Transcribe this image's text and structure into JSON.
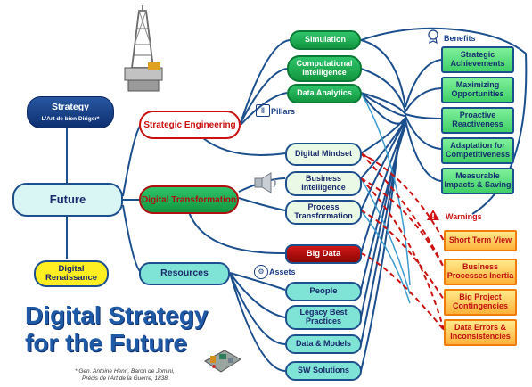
{
  "strategy": {
    "title": "Strategy",
    "subtitle": "L'Art de bien Diriger*"
  },
  "future": "Future",
  "digital_renaissance": "Digital Renaissance",
  "strategic_engineering": "Strategic Engineering",
  "digital_transformation": "Digital Transformation",
  "resources": "Resources",
  "pillars_label": "Pillars",
  "pillars": [
    "Simulation",
    "Computational Intelligence",
    "Data Analytics"
  ],
  "transformation_items": [
    "Digital Mindset",
    "Business Intelligence",
    "Process Transformation"
  ],
  "big_data": "Big Data",
  "assets_label": "Assets",
  "assets": [
    "People",
    "Legacy Best Practices",
    "Data & Models",
    "SW Solutions"
  ],
  "benefits_label": "Benefits",
  "benefits": [
    "Strategic Achievements",
    "Maximizing Opportunities",
    "Proactive Reactiveness",
    "Adaptation for Competitiveness",
    "Measurable Impacts & Saving"
  ],
  "warnings_label": "Warnings",
  "warnings": [
    "Short Term View",
    "Business Processes Inertia",
    "Big Project Contingencies",
    "Data Errors & Inconsistencies"
  ],
  "main_title": {
    "line1": "Digital Strategy",
    "line2": "for the Future"
  },
  "footnote": {
    "line1": "* Gen. Antoine Henri, Baron de Jomini,",
    "line2": "Précis de l'Art de la Guerre, 1838"
  },
  "colors": {
    "navy": "#1c4f8d",
    "green": "#13963f",
    "red": "#cc1111",
    "teal": "#7fe3d6",
    "title_blue": "#1f5aa6"
  },
  "icons": [
    "drilling-rig-icon",
    "speaker-icon",
    "pillars-icon",
    "assets-icon",
    "benefits-icon",
    "warning-icon",
    "plant-icon"
  ]
}
